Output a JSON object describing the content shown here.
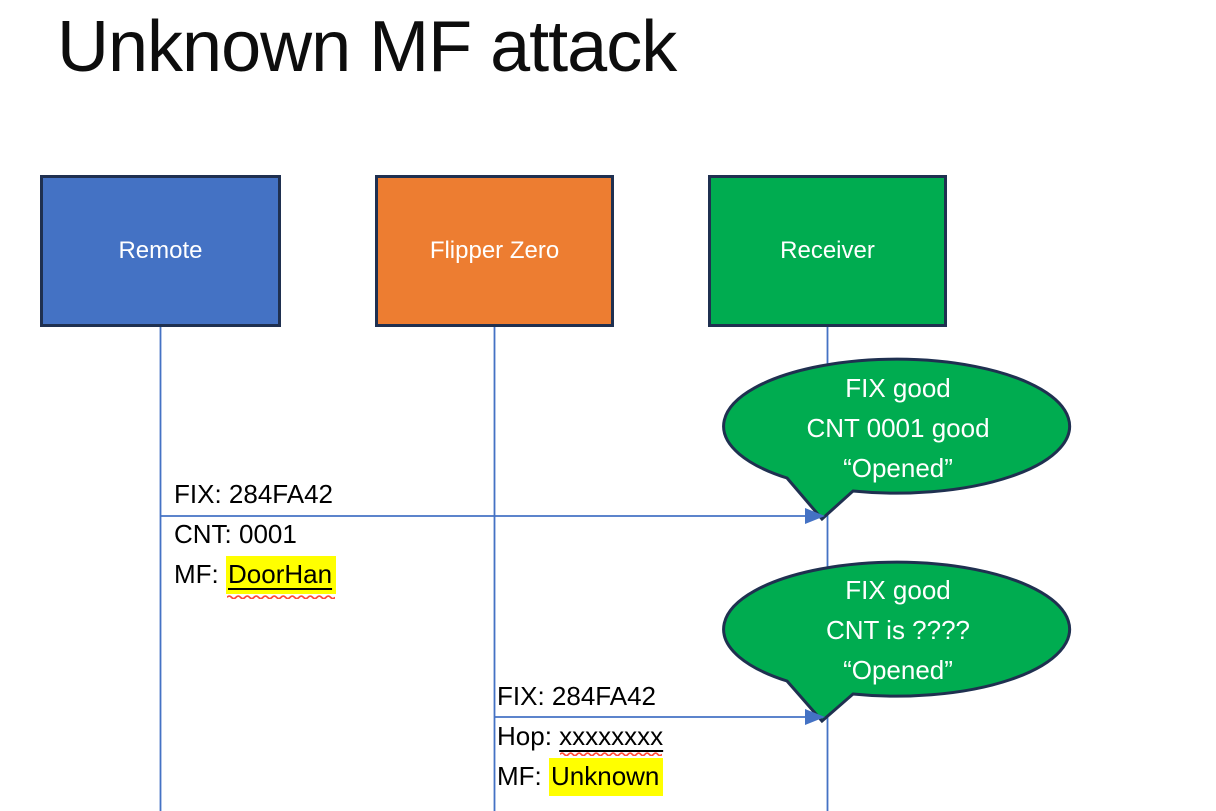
{
  "title": "Unknown MF attack",
  "actors": [
    {
      "label": "Remote",
      "fill": "#4472C4"
    },
    {
      "label": "Flipper Zero",
      "fill": "#ED7D31"
    },
    {
      "label": "Receiver",
      "fill": "#00AC50"
    }
  ],
  "messages": [
    {
      "from": "Remote",
      "to": "Receiver",
      "lines": [
        {
          "text": "FIX: 284FA42"
        },
        {
          "text": "CNT: 0001"
        },
        {
          "prefix": "MF: ",
          "value": "DoorHan",
          "highlighted": true,
          "underlined": true,
          "spellcheck_squiggle": true
        }
      ]
    },
    {
      "from": "Flipper Zero",
      "to": "Receiver",
      "lines": [
        {
          "text": "FIX: 284FA42"
        },
        {
          "prefix": "Hop: ",
          "value": "xxxxxxxx",
          "underlined": true,
          "spellcheck_squiggle": true
        },
        {
          "prefix": "MF: ",
          "value": "Unknown",
          "highlighted": true
        }
      ]
    }
  ],
  "callouts": [
    {
      "attached_to": "Receiver",
      "lines": [
        "FIX good",
        "CNT 0001 good",
        "“Opened”"
      ]
    },
    {
      "attached_to": "Receiver",
      "lines": [
        "FIX good",
        "CNT is ????",
        "“Opened”"
      ]
    }
  ],
  "colors": {
    "remote_fill": "#4472C4",
    "flipper_fill": "#ED7D31",
    "receiver_fill": "#00AC50",
    "callout_fill": "#00AC50",
    "shape_outline": "#1F3050",
    "connector_blue": "#4472C4",
    "highlight_yellow": "#FFFF00",
    "spellcheck_red": "#FF4A36",
    "title_text": "#0D0D0D"
  }
}
